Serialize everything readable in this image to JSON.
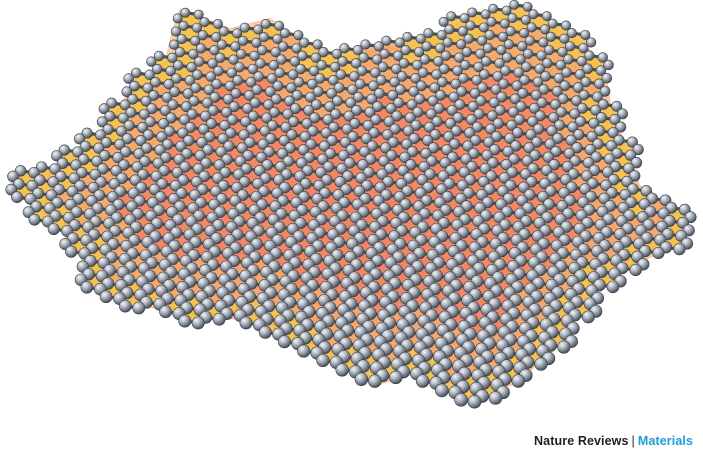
{
  "credit": {
    "journal": "Nature Reviews",
    "separator": "|",
    "section": "Materials"
  },
  "figure": {
    "icon": "graphene-lattice-illustration",
    "colors": {
      "atom_light": "#e4e8ee",
      "atom_mid": "#8a929e",
      "atom_dark": "#3a4048",
      "bond": "#4a5058",
      "ring_fill": "#f07850",
      "ring_fill_light": "#f3a05c",
      "ring_edge_gold": "#f5c04a",
      "credit_text": "#231f20",
      "credit_accent": "#1f9bd7",
      "background": "#ffffff"
    }
  }
}
